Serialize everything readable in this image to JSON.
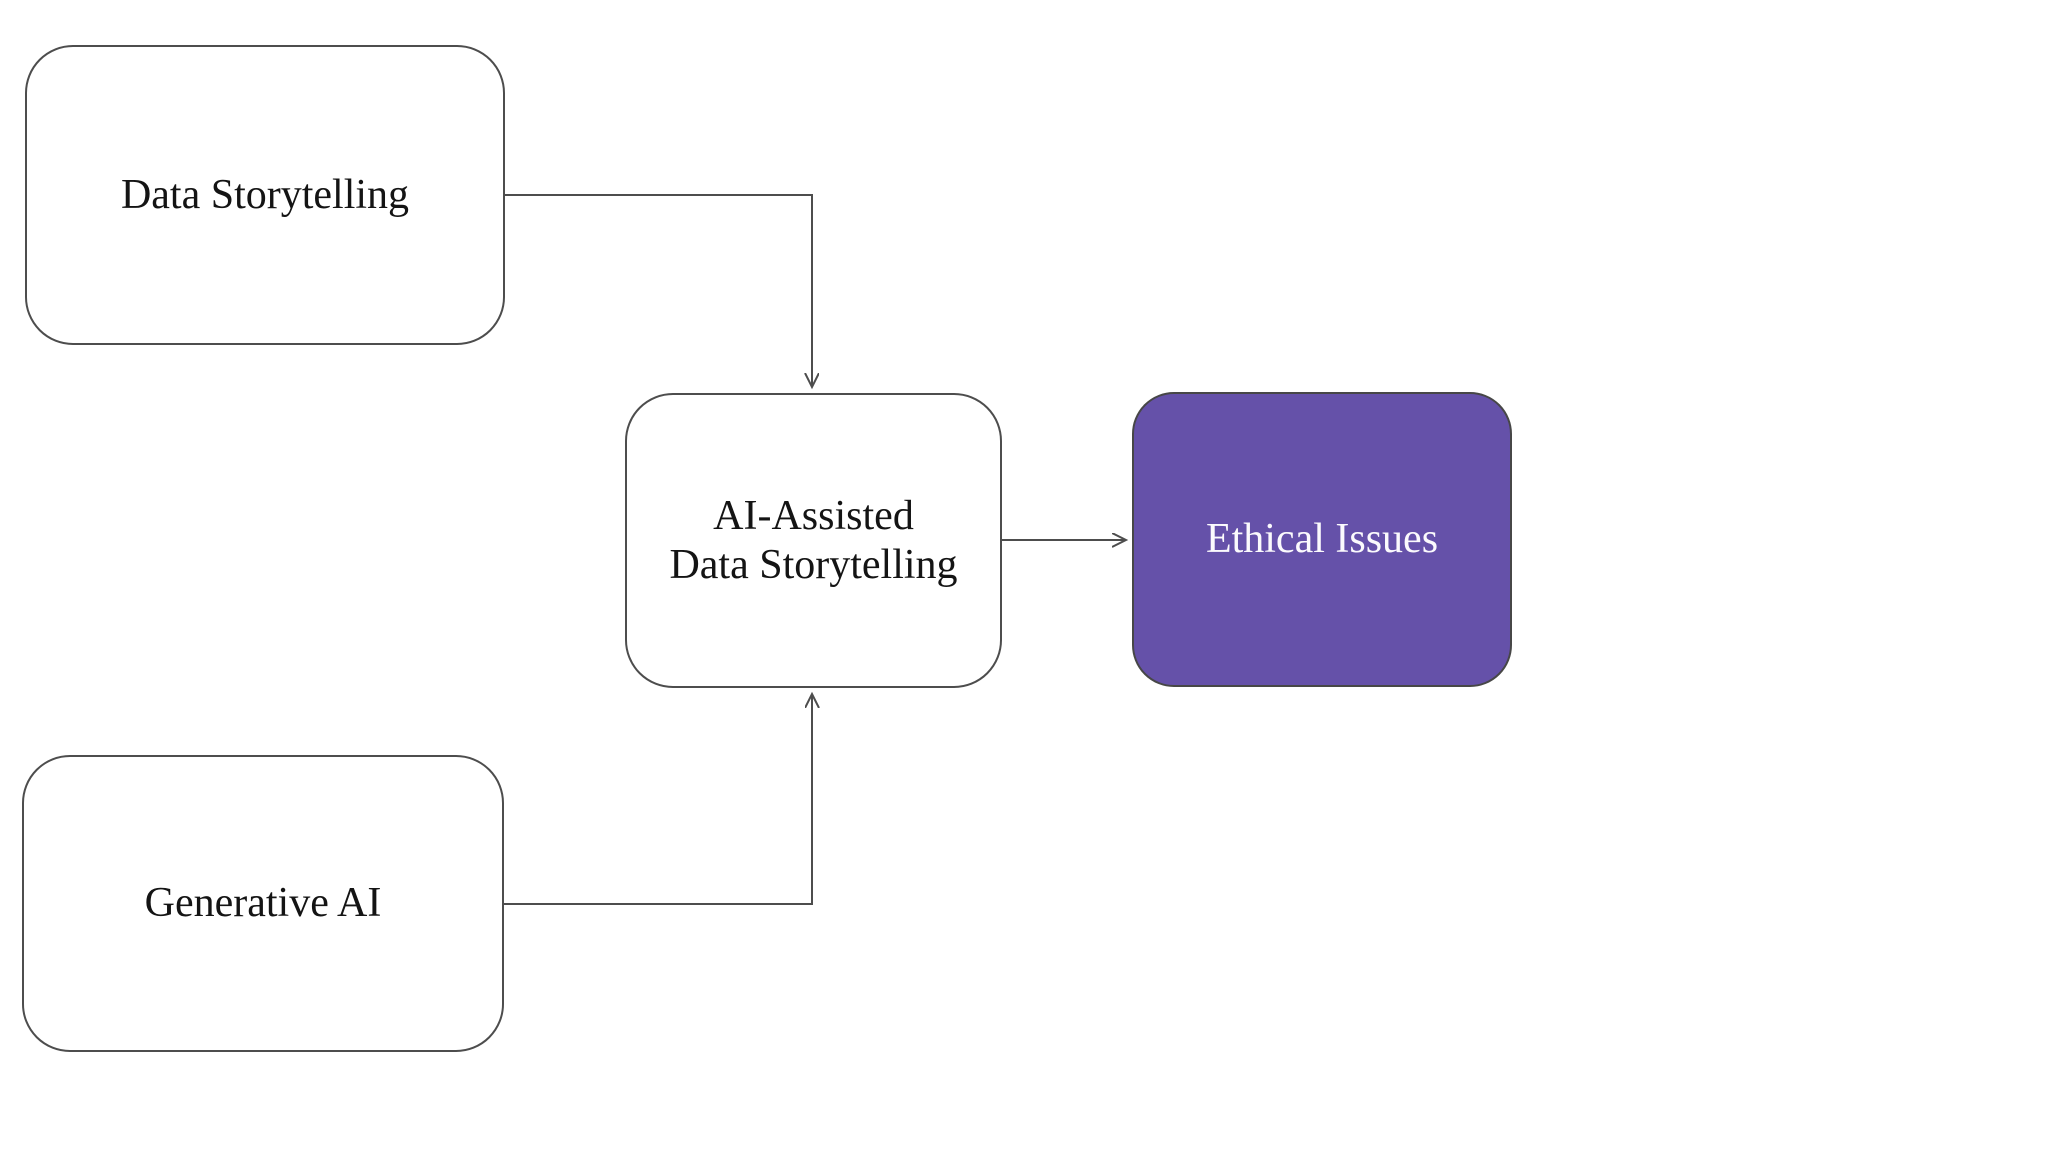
{
  "diagram": {
    "nodes": [
      {
        "id": "data-storytelling",
        "label": "Data Storytelling",
        "style": "plain"
      },
      {
        "id": "generative-ai",
        "label": "Generative AI",
        "style": "plain"
      },
      {
        "id": "ai-assisted-data-storytelling",
        "label_lines": [
          "AI-Assisted",
          "Data Storytelling"
        ],
        "style": "plain"
      },
      {
        "id": "ethical-issues",
        "label": "Ethical Issues",
        "style": "accent"
      }
    ],
    "edges": [
      {
        "from": "data-storytelling",
        "to": "ai-assisted-data-storytelling"
      },
      {
        "from": "generative-ai",
        "to": "ai-assisted-data-storytelling"
      },
      {
        "from": "ai-assisted-data-storytelling",
        "to": "ethical-issues"
      }
    ]
  },
  "colors": {
    "background": "#ffffff",
    "node_fill": "#ffffff",
    "node_border": "#4d4d4d",
    "accent_fill": "#6551a9",
    "accent_text": "#fbfafd",
    "text": "#141414",
    "connector": "#4d4d4d"
  }
}
